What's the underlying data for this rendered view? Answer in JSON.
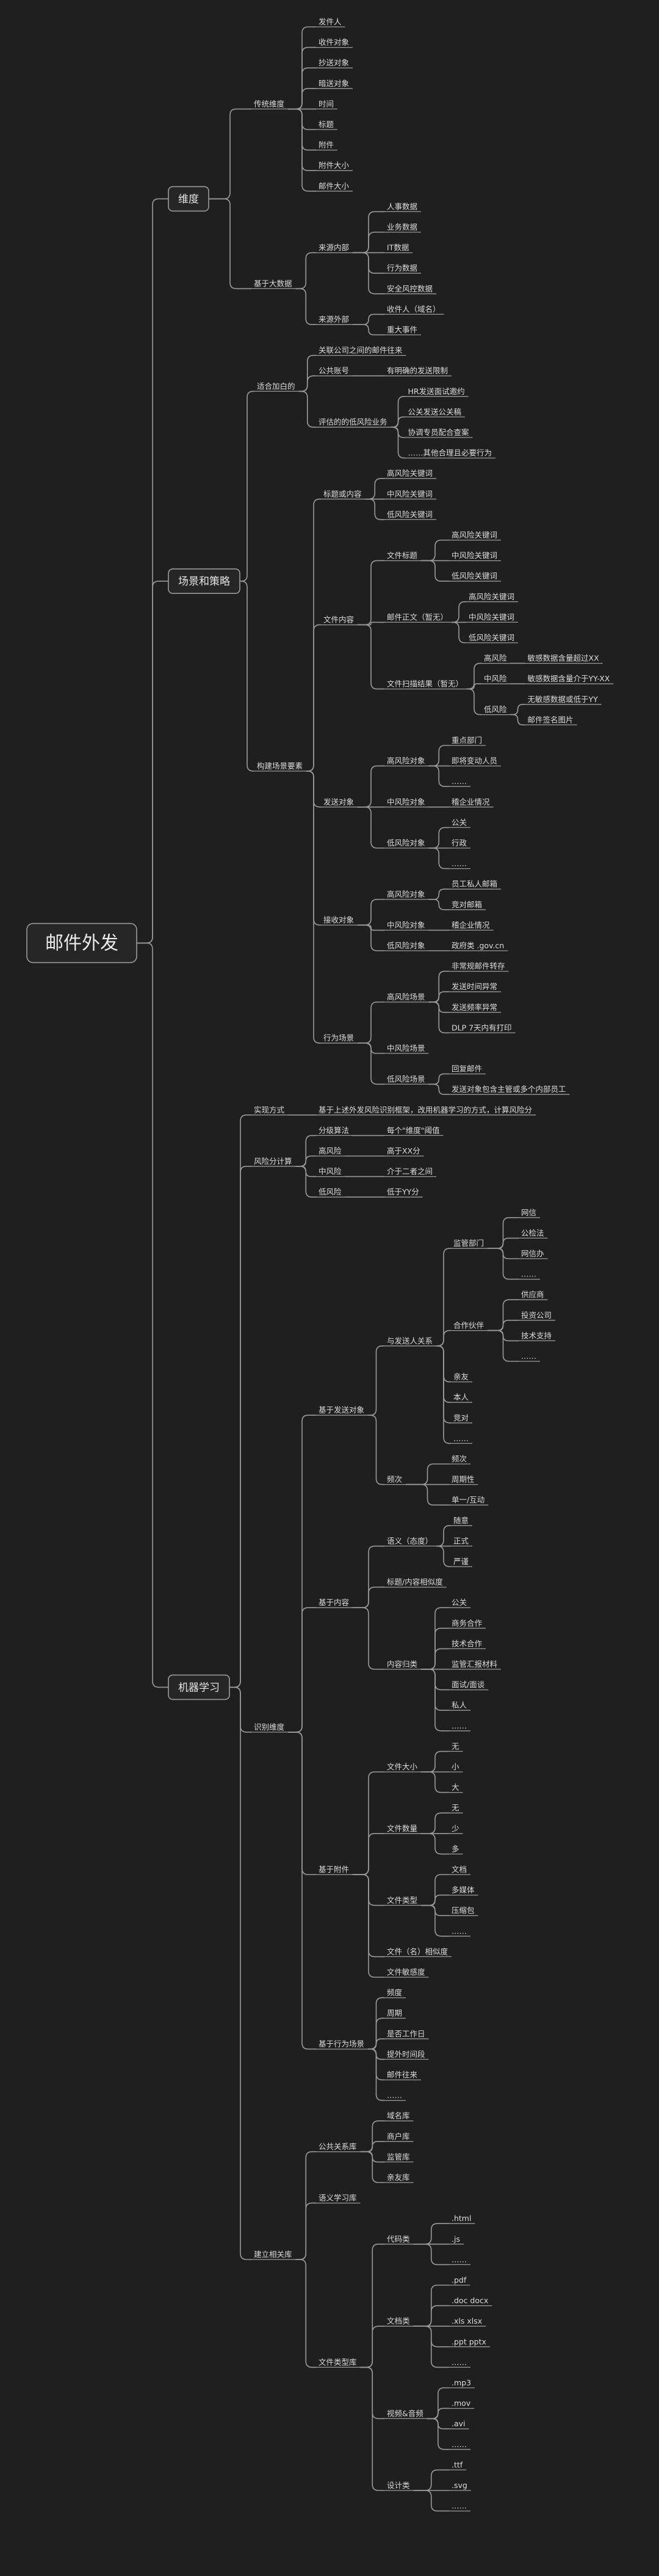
{
  "mindmap": {
    "label": "邮件外发",
    "children": [
      {
        "label": "维度",
        "children": [
          {
            "label": "传统维度",
            "children": [
              {
                "label": "发件人"
              },
              {
                "label": "收件对象"
              },
              {
                "label": "抄送对象"
              },
              {
                "label": "暗送对象"
              },
              {
                "label": "时间"
              },
              {
                "label": "标题"
              },
              {
                "label": "附件"
              },
              {
                "label": "附件大小"
              },
              {
                "label": "邮件大小"
              }
            ]
          },
          {
            "label": "基于大数据",
            "children": [
              {
                "label": "来源内部",
                "children": [
                  {
                    "label": "人事数据"
                  },
                  {
                    "label": "业务数据"
                  },
                  {
                    "label": "IT数据"
                  },
                  {
                    "label": "行为数据"
                  },
                  {
                    "label": "安全风控数据"
                  }
                ]
              },
              {
                "label": "来源外部",
                "children": [
                  {
                    "label": "收件人（域名）"
                  },
                  {
                    "label": "重大事件"
                  }
                ]
              }
            ]
          }
        ]
      },
      {
        "label": "场景和策略",
        "children": [
          {
            "label": "适合加白的",
            "children": [
              {
                "label": "关联公司之间的邮件往来"
              },
              {
                "label": "公共账号",
                "children": [
                  {
                    "label": "有明确的发送限制"
                  }
                ]
              },
              {
                "label": "评估的的低风险业务",
                "children": [
                  {
                    "label": "HR发送面试邀约"
                  },
                  {
                    "label": "公关发送公关稿"
                  },
                  {
                    "label": "协调专员配合查案"
                  },
                  {
                    "label": "……其他合理且必要行为"
                  }
                ]
              }
            ]
          },
          {
            "label": "构建场景要素",
            "children": [
              {
                "label": "标题或内容",
                "children": [
                  {
                    "label": "高风险关键词"
                  },
                  {
                    "label": "中风险关键词"
                  },
                  {
                    "label": "低风险关键词"
                  }
                ]
              },
              {
                "label": "文件内容",
                "children": [
                  {
                    "label": "文件标题",
                    "children": [
                      {
                        "label": "高风险关键词"
                      },
                      {
                        "label": "中风险关键词"
                      },
                      {
                        "label": "低风险关键词"
                      }
                    ]
                  },
                  {
                    "label": "邮件正文（暂无）",
                    "children": [
                      {
                        "label": "高风险关键词"
                      },
                      {
                        "label": "中风险关键词"
                      },
                      {
                        "label": "低风险关键词"
                      }
                    ]
                  },
                  {
                    "label": "文件扫描结果（暂无）",
                    "children": [
                      {
                        "label": "高风险",
                        "children": [
                          {
                            "label": "敏感数据含量超过XX"
                          }
                        ]
                      },
                      {
                        "label": "中风险",
                        "children": [
                          {
                            "label": "敏感数据含量介于YY-XX"
                          }
                        ]
                      },
                      {
                        "label": "低风险",
                        "children": [
                          {
                            "label": "无敏感数据或低于YY"
                          },
                          {
                            "label": "邮件签名图片"
                          }
                        ]
                      }
                    ]
                  }
                ]
              },
              {
                "label": "发送对象",
                "children": [
                  {
                    "label": "高风险对象",
                    "children": [
                      {
                        "label": "重点部门"
                      },
                      {
                        "label": "即将变动人员"
                      },
                      {
                        "label": "……"
                      }
                    ]
                  },
                  {
                    "label": "中风险对象",
                    "children": [
                      {
                        "label": "稽企业情况"
                      }
                    ]
                  },
                  {
                    "label": "低风险对象",
                    "children": [
                      {
                        "label": "公关"
                      },
                      {
                        "label": "行政"
                      },
                      {
                        "label": "……"
                      }
                    ]
                  }
                ]
              },
              {
                "label": "接收对象",
                "children": [
                  {
                    "label": "高风险对象",
                    "children": [
                      {
                        "label": "员工私人邮箱"
                      },
                      {
                        "label": "竞对邮箱"
                      }
                    ]
                  },
                  {
                    "label": "中风险对象",
                    "children": [
                      {
                        "label": "稽企业情况"
                      }
                    ]
                  },
                  {
                    "label": "低风险对象",
                    "children": [
                      {
                        "label": "政府类 .gov.cn"
                      }
                    ]
                  }
                ]
              },
              {
                "label": "行为场景",
                "children": [
                  {
                    "label": "高风险场景",
                    "children": [
                      {
                        "label": "非常规邮件转存"
                      },
                      {
                        "label": "发送时间异常"
                      },
                      {
                        "label": "发送频率异常"
                      },
                      {
                        "label": "DLP 7天内有打印"
                      }
                    ]
                  },
                  {
                    "label": "中风险场景"
                  },
                  {
                    "label": "低风险场景",
                    "children": [
                      {
                        "label": "回复邮件"
                      },
                      {
                        "label": "发送对象包含主管或多个内部员工"
                      }
                    ]
                  }
                ]
              }
            ]
          }
        ]
      },
      {
        "label": "机器学习",
        "children": [
          {
            "label": "实现方式",
            "children": [
              {
                "label": "基于上述外发风险识别框架，改用机器学习的方式，计算风险分"
              }
            ]
          },
          {
            "label": "风险分计算",
            "children": [
              {
                "label": "分级算法",
                "children": [
                  {
                    "label": "每个\"维度\"阈值"
                  }
                ]
              },
              {
                "label": "高风险",
                "children": [
                  {
                    "label": "高于XX分"
                  }
                ]
              },
              {
                "label": "中风险",
                "children": [
                  {
                    "label": "介于二者之间"
                  }
                ]
              },
              {
                "label": "低风险",
                "children": [
                  {
                    "label": "低于YY分"
                  }
                ]
              }
            ]
          },
          {
            "label": "识别维度",
            "children": [
              {
                "label": "基于发送对象",
                "children": [
                  {
                    "label": "与发送人关系",
                    "children": [
                      {
                        "label": "监管部门",
                        "children": [
                          {
                            "label": "网信"
                          },
                          {
                            "label": "公检法"
                          },
                          {
                            "label": "网信办"
                          },
                          {
                            "label": "……"
                          }
                        ]
                      },
                      {
                        "label": "合作伙伴",
                        "children": [
                          {
                            "label": "供应商"
                          },
                          {
                            "label": "投资公司"
                          },
                          {
                            "label": "技术支持"
                          },
                          {
                            "label": "……"
                          }
                        ]
                      },
                      {
                        "label": "亲友"
                      },
                      {
                        "label": "本人"
                      },
                      {
                        "label": "竞对"
                      },
                      {
                        "label": "……"
                      }
                    ]
                  },
                  {
                    "label": "频次",
                    "children": [
                      {
                        "label": "频次"
                      },
                      {
                        "label": "周期性"
                      },
                      {
                        "label": "单一/互动"
                      }
                    ]
                  }
                ]
              },
              {
                "label": "基于内容",
                "children": [
                  {
                    "label": "语义（态度）",
                    "children": [
                      {
                        "label": "随意"
                      },
                      {
                        "label": "正式"
                      },
                      {
                        "label": "严谨"
                      }
                    ]
                  },
                  {
                    "label": "标题/内容相似度"
                  },
                  {
                    "label": "内容归类",
                    "children": [
                      {
                        "label": "公关"
                      },
                      {
                        "label": "商务合作"
                      },
                      {
                        "label": "技术合作"
                      },
                      {
                        "label": "监管汇报材料"
                      },
                      {
                        "label": "面试/面谈"
                      },
                      {
                        "label": "私人"
                      },
                      {
                        "label": "……"
                      }
                    ]
                  }
                ]
              },
              {
                "label": "基于附件",
                "children": [
                  {
                    "label": "文件大小",
                    "children": [
                      {
                        "label": "无"
                      },
                      {
                        "label": "小"
                      },
                      {
                        "label": "大"
                      }
                    ]
                  },
                  {
                    "label": "文件数量",
                    "children": [
                      {
                        "label": "无"
                      },
                      {
                        "label": "少"
                      },
                      {
                        "label": "多"
                      }
                    ]
                  },
                  {
                    "label": "文件类型",
                    "children": [
                      {
                        "label": "文档"
                      },
                      {
                        "label": "多媒体"
                      },
                      {
                        "label": "压缩包"
                      },
                      {
                        "label": "……"
                      }
                    ]
                  },
                  {
                    "label": "文件（名）相似度"
                  },
                  {
                    "label": "文件敏感度"
                  }
                ]
              },
              {
                "label": "基于行为场景",
                "children": [
                  {
                    "label": "频度"
                  },
                  {
                    "label": "周期"
                  },
                  {
                    "label": "是否工作日"
                  },
                  {
                    "label": "提外时间段"
                  },
                  {
                    "label": "邮件往来"
                  },
                  {
                    "label": "……"
                  }
                ]
              }
            ]
          },
          {
            "label": "建立相关库",
            "children": [
              {
                "label": "公共关系库",
                "children": [
                  {
                    "label": "域名库"
                  },
                  {
                    "label": "商户库"
                  },
                  {
                    "label": "监管库"
                  },
                  {
                    "label": "亲友库"
                  }
                ]
              },
              {
                "label": "语义学习库"
              },
              {
                "label": "文件类型库",
                "children": [
                  {
                    "label": "代码类",
                    "children": [
                      {
                        "label": ".html"
                      },
                      {
                        "label": ".js"
                      },
                      {
                        "label": "……"
                      }
                    ]
                  },
                  {
                    "label": "文档类",
                    "children": [
                      {
                        "label": ".pdf"
                      },
                      {
                        "label": ".doc docx"
                      },
                      {
                        "label": ".xls xlsx"
                      },
                      {
                        "label": ".ppt pptx"
                      },
                      {
                        "label": "……"
                      }
                    ]
                  },
                  {
                    "label": "视频&音频",
                    "children": [
                      {
                        "label": ".mp3"
                      },
                      {
                        "label": ".mov"
                      },
                      {
                        "label": ".avi"
                      },
                      {
                        "label": "……"
                      }
                    ]
                  },
                  {
                    "label": "设计类",
                    "children": [
                      {
                        "label": ".ttf"
                      },
                      {
                        "label": ".svg"
                      },
                      {
                        "label": "……"
                      }
                    ]
                  }
                ]
              }
            ]
          }
        ]
      }
    ]
  }
}
